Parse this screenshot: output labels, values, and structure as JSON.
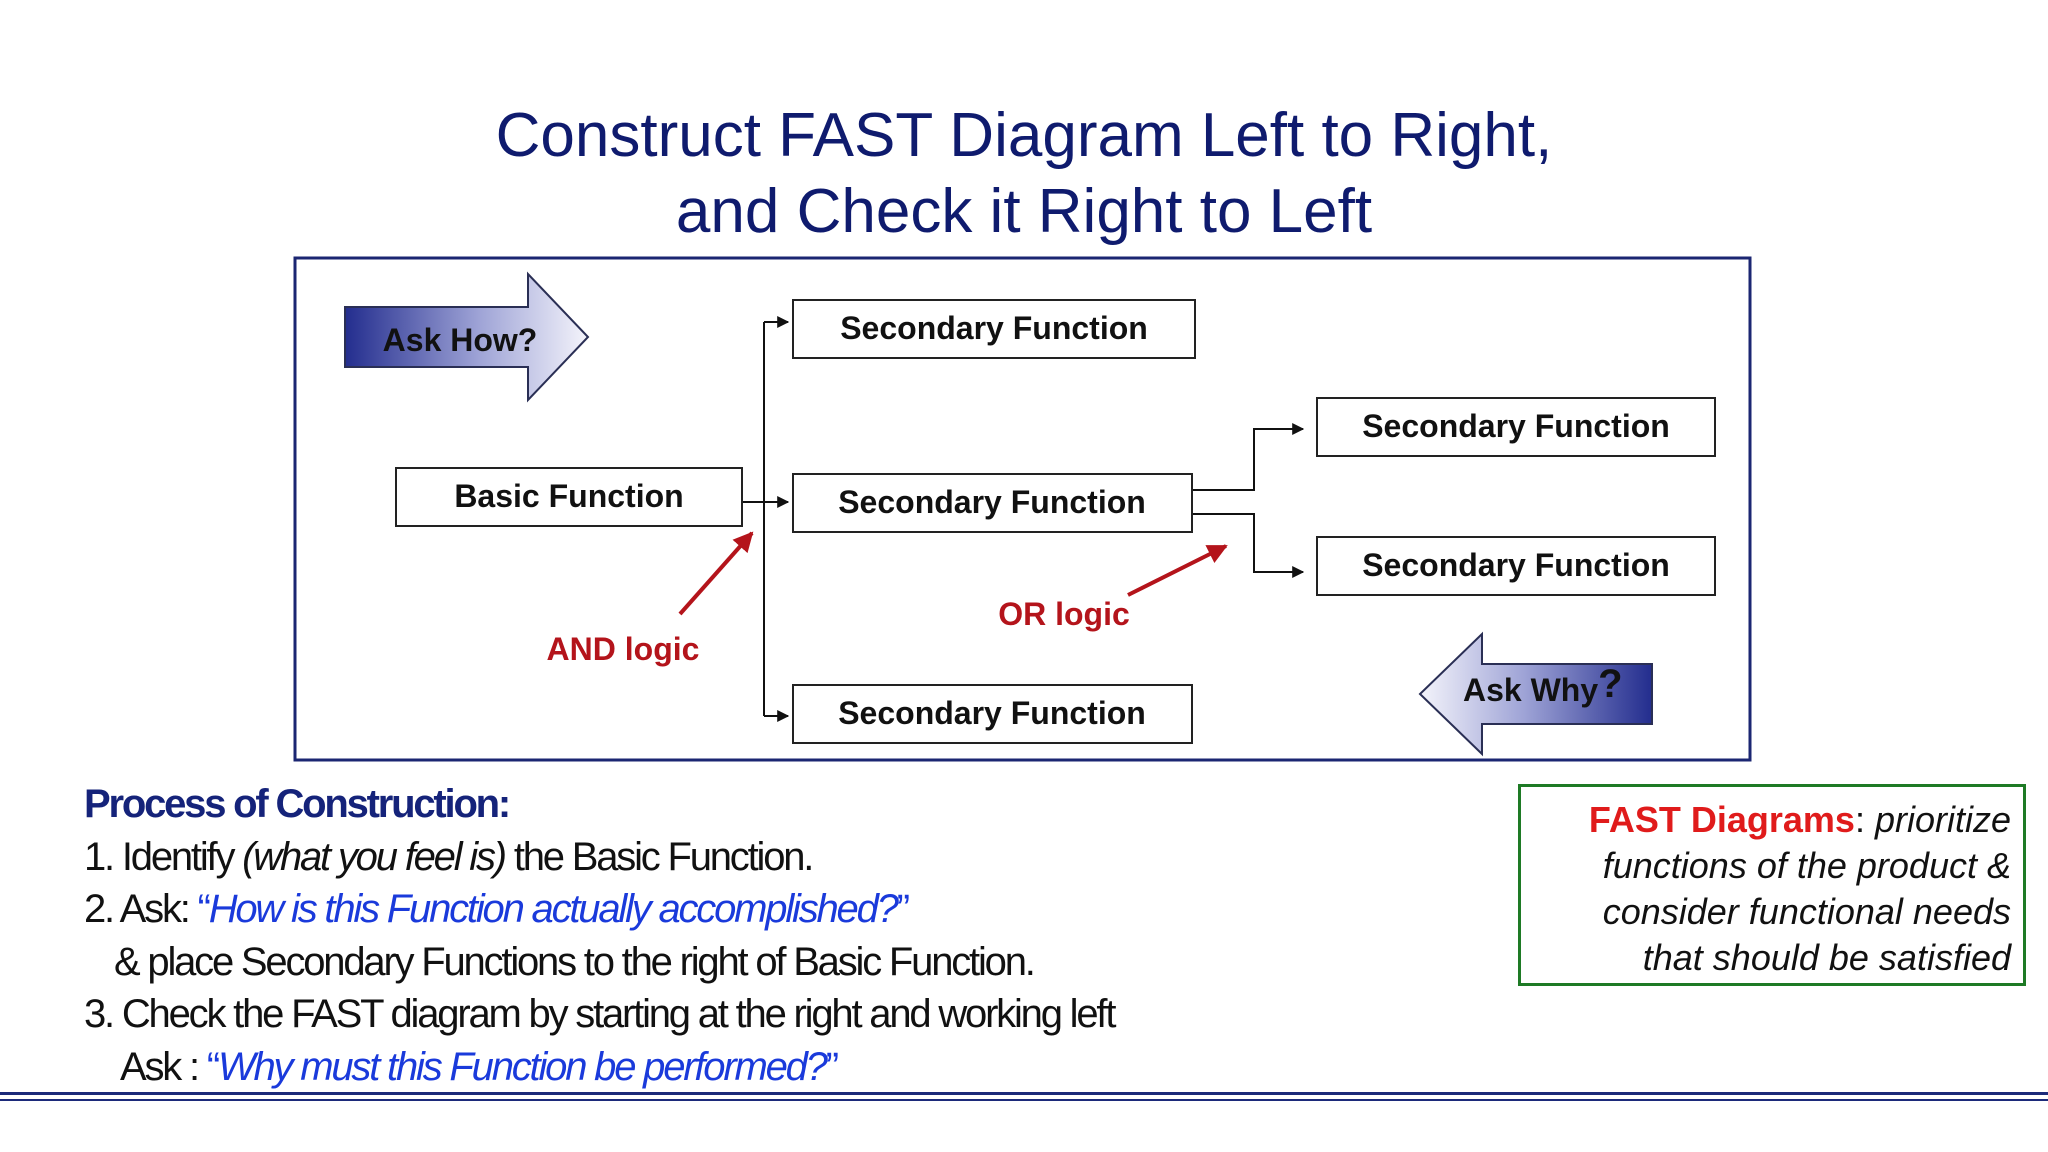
{
  "title": {
    "line1": "Construct FAST Diagram Left to Right,",
    "line2": "and Check it Right to Left"
  },
  "diagram": {
    "basic_function": "Basic Function",
    "secondary_top": "Secondary Function",
    "secondary_mid": "Secondary Function",
    "secondary_bottom": "Secondary Function",
    "secondary_right_top": "Secondary Function",
    "secondary_right_bottom": "Secondary Function",
    "ask_how": "Ask How?",
    "ask_why": "Ask Why",
    "ask_why_mark": "?",
    "and_logic": "AND logic",
    "or_logic": "OR logic"
  },
  "process": {
    "heading": "Process of Construction:",
    "step1_a": "1. Identify ",
    "step1_b": "(what you feel is)",
    "step1_c": " the Basic Function.",
    "step2_a": "2. Ask: ",
    "step2_open": "“",
    "step2_q": "How is this Function actually accomplished?",
    "step2_close": "”",
    "step2_b": "& place Secondary Functions to the right of Basic Function.",
    "step3_a": "3. Check the FAST diagram by starting at the right and working left",
    "step3_b": "Ask : ",
    "step3_open": "“",
    "step3_q": "Why must this Function be performed?",
    "step3_close": "”"
  },
  "fast_box": {
    "label": "FAST Diagrams",
    "colon": ": ",
    "line1": "prioritize",
    "line2": "functions of the product &",
    "line3": "consider functional needs",
    "line4": "that should be satisfied"
  },
  "colors": {
    "title": "#0f1b6e",
    "frame": "#1b2672",
    "logic_red": "#b4141b",
    "fast_red": "#e01b1b",
    "box_green": "#1e7a25",
    "question_blue": "#1a3adb"
  }
}
